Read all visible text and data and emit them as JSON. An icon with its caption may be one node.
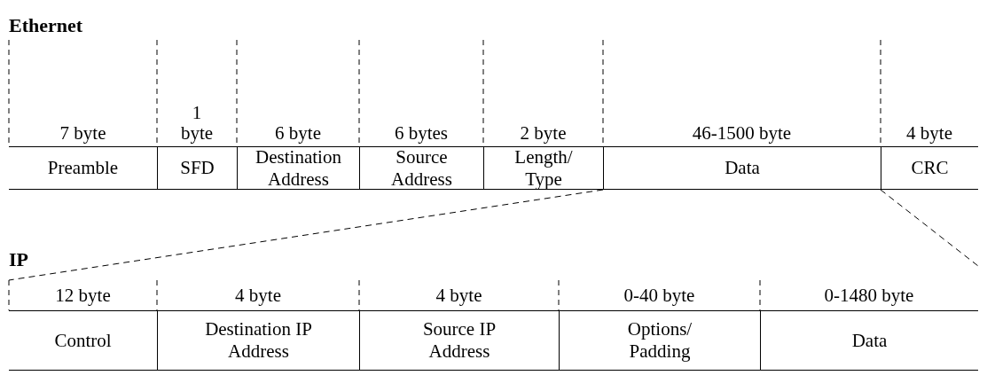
{
  "diagram": {
    "nodes": [
      {
        "text": [
          "Ethernet"
        ]
      },
      {
        "text": [
          "Preamble"
        ],
        "beside": [
          "7 byte"
        ],
        "in": 0
      },
      {
        "text": [
          "SFD"
        ],
        "beside": [
          "1 byte"
        ],
        "in": 0
      },
      {
        "text": [
          "Destination Address"
        ],
        "beside": [
          "6 byte"
        ],
        "in": 0
      },
      {
        "text": [
          "Source Address"
        ],
        "beside": [
          "6 bytes"
        ],
        "in": 0
      },
      {
        "text": [
          "Length/ Type"
        ],
        "beside": [
          "2 byte"
        ],
        "in": 0
      },
      {
        "text": [
          "Data"
        ],
        "beside": [
          "46-1500 byte"
        ],
        "in": 0
      },
      {
        "text": [
          "CRC"
        ],
        "beside": [
          "4 byte"
        ],
        "in": 0
      },
      {
        "text": [
          "IP"
        ]
      },
      {
        "text": [
          "Control"
        ],
        "beside": [
          "12 byte"
        ],
        "in": 8
      },
      {
        "text": [
          "Destination IP Address"
        ],
        "beside": [
          "4 byte"
        ],
        "in": 8
      },
      {
        "text": [
          "Source IP Address"
        ],
        "beside": [
          "4 byte"
        ],
        "in": 8
      },
      {
        "text": [
          "Options/ Padding"
        ],
        "beside": [
          "0-40 byte"
        ],
        "in": 8
      },
      {
        "text": [
          "Data"
        ],
        "beside": [
          "0-1480 byte"
        ],
        "in": 8
      }
    ],
    "edges": [
      {
        "from": 6,
        "to": 8,
        "arrow": "none",
        "style": "dashed"
      },
      {
        "from": 6,
        "to": 8,
        "arrow": "none",
        "style": "dashed"
      }
    ]
  }
}
